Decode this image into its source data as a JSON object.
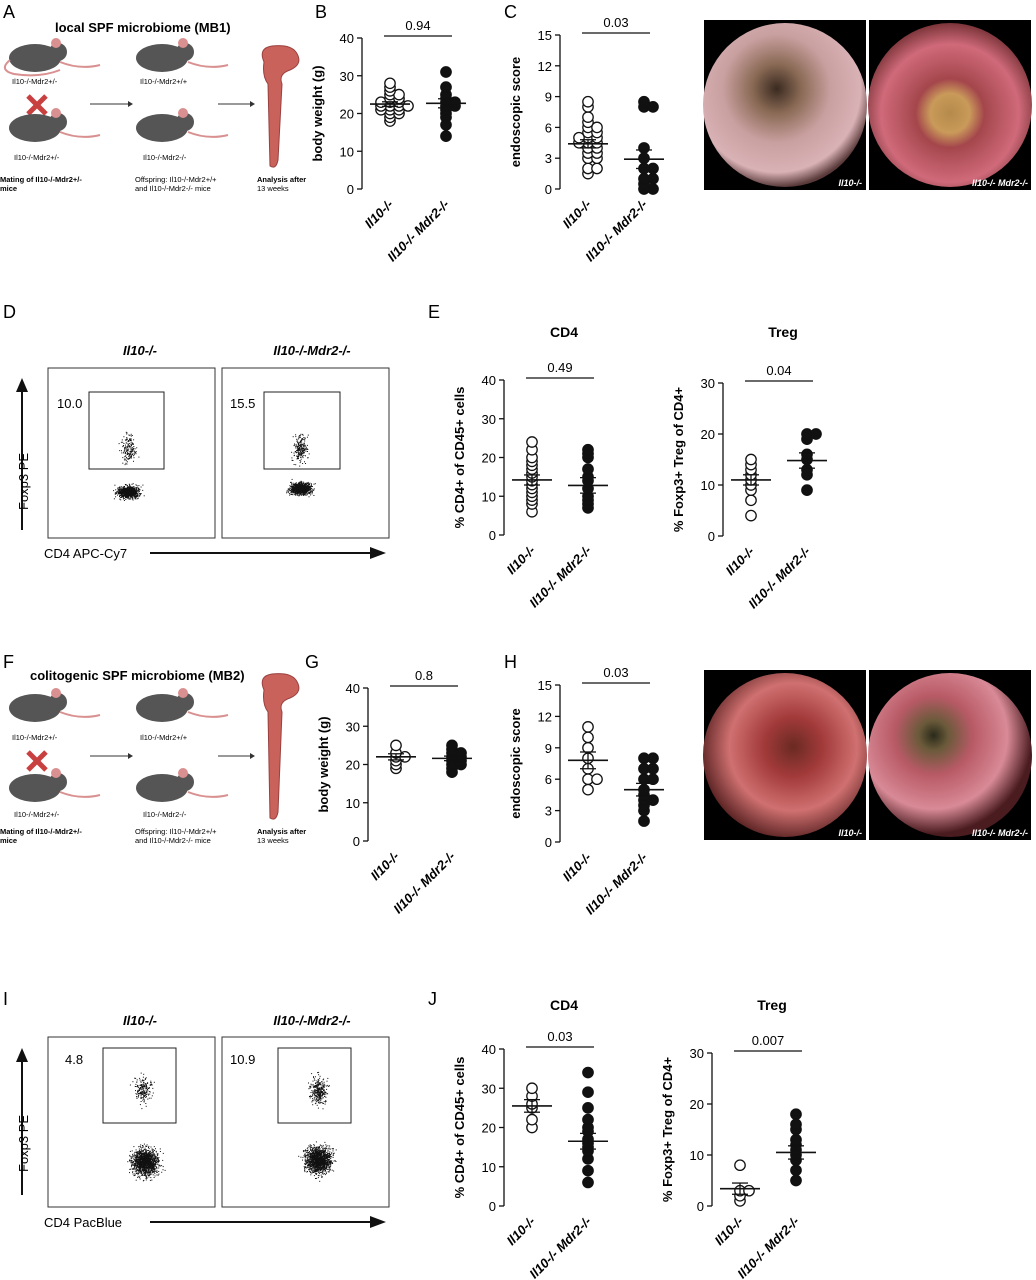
{
  "panels": {
    "A": {
      "letter": "A",
      "title": "local SPF microbiome (MB1)",
      "parents_top": "Il10-/-Mdr2+/-",
      "parents_bottom": "Il10-/-Mdr2+/-",
      "offspring_top": "Il10-/-Mdr2+/+",
      "offspring_bottom": "Il10-/-Mdr2-/-",
      "caption_mating_1": "Mating of Il10-/-Mdr2+/-",
      "caption_mating_2": "mice",
      "caption_offspring_1": "Offspring: Il10-/-Mdr2+/+",
      "caption_offspring_2": "and Il10-/-Mdr2-/- mice",
      "caption_analysis_1": "Analysis after",
      "caption_analysis_2": "13 weeks"
    },
    "D": {
      "letter": "D",
      "col1": "Il10-/-",
      "col2": "Il10-/-Mdr2-/-",
      "ylabel": "Foxp3 PE",
      "xlabel": "CD4 APC-Cy7",
      "gate1": "10.0",
      "gate2": "15.5"
    },
    "E": {
      "letter": "E"
    },
    "F": {
      "letter": "F",
      "title": "colitogenic SPF microbiome (MB2)",
      "parents_top": "Il10-/-Mdr2+/-",
      "parents_bottom": "Il10-/-Mdr2+/-",
      "offspring_top": "Il10-/-Mdr2+/+",
      "offspring_bottom": "Il10-/-Mdr2-/-",
      "caption_mating_1": "Mating of Il10-/-Mdr2+/-",
      "caption_mating_2": "mice",
      "caption_offspring_1": "Offspring: Il10-/-Mdr2+/+",
      "caption_offspring_2": "and Il10-/-Mdr2-/- mice",
      "caption_analysis_1": "Analysis after",
      "caption_analysis_2": "13 weeks"
    },
    "I": {
      "letter": "I",
      "col1": "Il10-/-",
      "col2": "Il10-/-Mdr2-/-",
      "ylabel": "Foxp3 PE",
      "xlabel": "CD4 PacBlue",
      "gate1": "4.8",
      "gate2": "10.9"
    },
    "J": {
      "letter": "J"
    },
    "C_images": {
      "label1": "Il10-/-",
      "label2": "Il10-/- Mdr2-/-"
    },
    "H_images": {
      "label1": "Il10-/-",
      "label2": "Il10-/- Mdr2-/-"
    }
  },
  "chart_data": [
    {
      "id": "B",
      "letter": "B",
      "type": "scatter",
      "ylabel": "body weight (g)",
      "ylim": [
        0,
        40
      ],
      "yticks": [
        0,
        10,
        20,
        30,
        40
      ],
      "categories": [
        "Il10-/-",
        "Il10-/- Mdr2-/-"
      ],
      "pvalue": "0.94",
      "series": [
        {
          "values": [
            18,
            19,
            20,
            20,
            21,
            21,
            21,
            22,
            22,
            22,
            22,
            23,
            23,
            23,
            24,
            24,
            25,
            25,
            26,
            27,
            28
          ],
          "mean": 22.5,
          "sem": 0.6,
          "filled": false
        },
        {
          "values": [
            14,
            17,
            19,
            20,
            21,
            22,
            22,
            23,
            23,
            24,
            25,
            27,
            31
          ],
          "mean": 22.7,
          "sem": 1.2,
          "filled": true
        }
      ]
    },
    {
      "id": "C",
      "letter": "C",
      "type": "scatter",
      "ylabel": "endoscopic score",
      "ylim": [
        0,
        15
      ],
      "yticks": [
        0,
        3,
        6,
        9,
        12,
        15
      ],
      "categories": [
        "Il10-/-",
        "Il10-/- Mdr2-/-"
      ],
      "pvalue": "0.03",
      "series": [
        {
          "values": [
            1.5,
            2,
            2,
            3,
            3,
            3.5,
            3.5,
            4,
            4,
            4.5,
            4.5,
            4.5,
            5,
            5,
            5,
            5.5,
            5.5,
            6,
            6,
            6.5,
            7,
            8,
            8.5
          ],
          "mean": 4.4,
          "sem": 0.4,
          "filled": false
        },
        {
          "values": [
            0,
            0,
            0.5,
            1,
            1,
            2,
            2,
            3,
            4,
            8,
            8,
            8.5
          ],
          "mean": 2.9,
          "sem": 0.9,
          "filled": true
        }
      ]
    },
    {
      "id": "E1",
      "title": "CD4",
      "type": "scatter",
      "ylabel": "% CD4+ of CD45+ cells",
      "ylim": [
        0,
        40
      ],
      "yticks": [
        0,
        10,
        20,
        30,
        40
      ],
      "categories": [
        "Il10-/-",
        "Il10-/- Mdr2-/-"
      ],
      "pvalue": "0.49",
      "series": [
        {
          "values": [
            6,
            8,
            9,
            10,
            11,
            12,
            13,
            14,
            15,
            16,
            17,
            18,
            19,
            20,
            22,
            24
          ],
          "mean": 14.2,
          "sem": 1.3,
          "filled": false
        },
        {
          "values": [
            7,
            8,
            9,
            10,
            12,
            14,
            15,
            17,
            20,
            21,
            22
          ],
          "mean": 12.8,
          "sem": 2.0,
          "filled": true
        }
      ]
    },
    {
      "id": "E2",
      "title": "Treg",
      "type": "scatter",
      "ylabel": "% Foxp3+ Treg of CD4+",
      "ylim": [
        0,
        30
      ],
      "yticks": [
        0,
        10,
        20,
        30
      ],
      "categories": [
        "Il10-/-",
        "Il10-/- Mdr2-/-"
      ],
      "pvalue": "0.04",
      "series": [
        {
          "values": [
            4,
            7,
            9,
            10,
            11,
            12,
            13,
            14,
            15
          ],
          "mean": 11.0,
          "sem": 1.0,
          "filled": false
        },
        {
          "values": [
            9,
            12,
            13,
            15,
            16,
            19,
            20,
            20
          ],
          "mean": 14.8,
          "sem": 1.5,
          "filled": true
        }
      ]
    },
    {
      "id": "G",
      "letter": "G",
      "type": "scatter",
      "ylabel": "body weight (g)",
      "ylim": [
        0,
        40
      ],
      "yticks": [
        0,
        10,
        20,
        30,
        40
      ],
      "categories": [
        "Il10-/-",
        "Il10-/- Mdr2-/-"
      ],
      "pvalue": "0.8",
      "series": [
        {
          "values": [
            19,
            20,
            21,
            22,
            22,
            23,
            25
          ],
          "mean": 22.0,
          "sem": 0.8,
          "filled": false
        },
        {
          "values": [
            18,
            19,
            20,
            20,
            21,
            21,
            22,
            22,
            23,
            23,
            24,
            25
          ],
          "mean": 21.6,
          "sem": 0.6,
          "filled": true
        }
      ]
    },
    {
      "id": "H",
      "letter": "H",
      "type": "scatter",
      "ylabel": "endoscopic score",
      "ylim": [
        0,
        15
      ],
      "yticks": [
        0,
        3,
        6,
        9,
        12,
        15
      ],
      "categories": [
        "Il10-/-",
        "Il10-/- Mdr2-/-"
      ],
      "pvalue": "0.03",
      "series": [
        {
          "values": [
            5,
            6,
            6,
            7,
            8,
            9,
            10,
            11
          ],
          "mean": 7.8,
          "sem": 0.8,
          "filled": false
        },
        {
          "values": [
            2,
            3,
            3.5,
            4,
            4,
            4.5,
            5,
            6,
            6,
            7,
            7,
            8,
            8
          ],
          "mean": 5.0,
          "sem": 0.6,
          "filled": true
        }
      ]
    },
    {
      "id": "J1",
      "title": "CD4",
      "type": "scatter",
      "ylabel": "% CD4+ of CD45+ cells",
      "ylim": [
        0,
        40
      ],
      "yticks": [
        0,
        10,
        20,
        30,
        40
      ],
      "categories": [
        "Il10-/-",
        "Il10-/- Mdr2-/-"
      ],
      "pvalue": "0.03",
      "series": [
        {
          "values": [
            20,
            22,
            25,
            26,
            28,
            30
          ],
          "mean": 25.5,
          "sem": 1.6,
          "filled": false
        },
        {
          "values": [
            6,
            9,
            12,
            14,
            15,
            16,
            17,
            19,
            20,
            22,
            25,
            29,
            34
          ],
          "mean": 16.5,
          "sem": 2.0,
          "filled": true
        }
      ]
    },
    {
      "id": "J2",
      "title": "Treg",
      "type": "scatter",
      "ylabel": "% Foxp3+ Treg of CD4+",
      "ylim": [
        0,
        30
      ],
      "yticks": [
        0,
        10,
        20,
        30
      ],
      "categories": [
        "Il10-/-",
        "Il10-/- Mdr2-/-"
      ],
      "pvalue": "0.007",
      "series": [
        {
          "values": [
            1,
            2,
            3,
            3,
            8
          ],
          "mean": 3.4,
          "sem": 1.1,
          "filled": false
        },
        {
          "values": [
            5,
            7,
            9,
            10,
            11,
            12,
            13,
            15,
            16,
            18
          ],
          "mean": 10.5,
          "sem": 1.3,
          "filled": true
        }
      ]
    }
  ]
}
